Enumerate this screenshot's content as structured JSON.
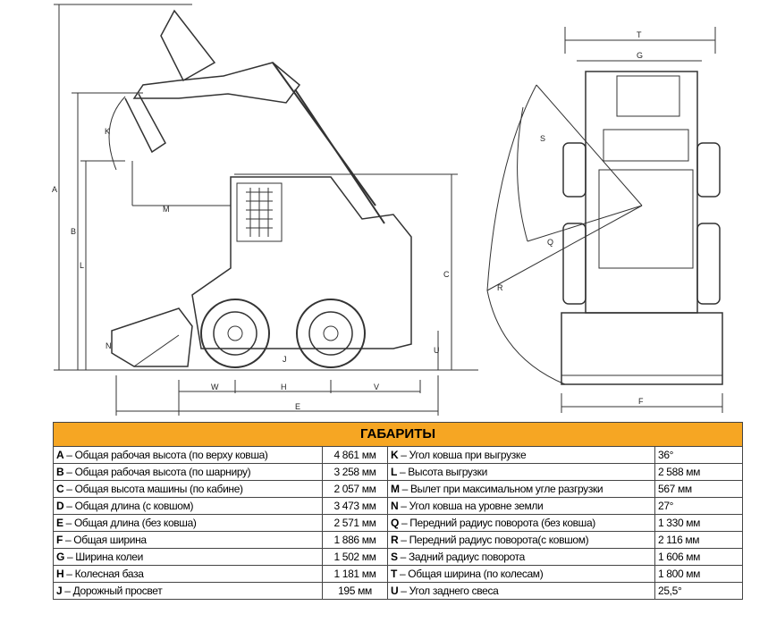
{
  "table": {
    "title": "ГАБАРИТЫ",
    "rows": [
      {
        "lk": "A",
        "lt": " – Общая рабочая высота (по верху ковша)",
        "lv": "4 861 мм",
        "rk": "K",
        "rt": " – Угол ковша при выгрузке",
        "rv": "36°"
      },
      {
        "lk": "B",
        "lt": " – Общая рабочая высота (по шарниру)",
        "lv": "3 258 мм",
        "rk": "L",
        "rt": " – Высота выгрузки",
        "rv": "2 588 мм"
      },
      {
        "lk": "C",
        "lt": " – Общая высота машины (по кабине)",
        "lv": "2 057 мм",
        "rk": "M",
        "rt": " – Вылет при максимальном угле разгрузки",
        "rv": "567 мм"
      },
      {
        "lk": "D",
        "lt": " – Общая длина (с ковшом)",
        "lv": "3 473 мм",
        "rk": "N",
        "rt": " – Угол ковша на уровне земли",
        "rv": "27°"
      },
      {
        "lk": "E",
        "lt": " – Общая длина (без ковша)",
        "lv": "2 571 мм",
        "rk": "Q",
        "rt": " – Передний радиус поворота (без ковша)",
        "rv": "1 330 мм"
      },
      {
        "lk": "F",
        "lt": " – Общая ширина",
        "lv": "1 886 мм",
        "rk": "R",
        "rt": " – Передний радиус поворота(с ковшом)",
        "rv": "2 116 мм"
      },
      {
        "lk": "G",
        "lt": " – Ширина колеи",
        "lv": "1 502 мм",
        "rk": "S",
        "rt": " – Задний радиус поворота",
        "rv": "1 606 мм"
      },
      {
        "lk": "H",
        "lt": " – Колесная база",
        "lv": "1 181 мм",
        "rk": "T",
        "rt": " – Общая ширина (по колесам)",
        "rv": "1 800 мм"
      },
      {
        "lk": "J",
        "lt": " – Дорожный просвет",
        "lv": "195 мм",
        "rk": "U",
        "rt": " – Угол заднего свеса",
        "rv": "25,5°"
      }
    ]
  },
  "drawing": {
    "side_labels": [
      "A",
      "B",
      "K",
      "M",
      "L",
      "C",
      "N",
      "W",
      "H",
      "V",
      "J",
      "U",
      "E"
    ],
    "front_labels": [
      "T",
      "G",
      "S",
      "Q",
      "R",
      "F"
    ]
  }
}
